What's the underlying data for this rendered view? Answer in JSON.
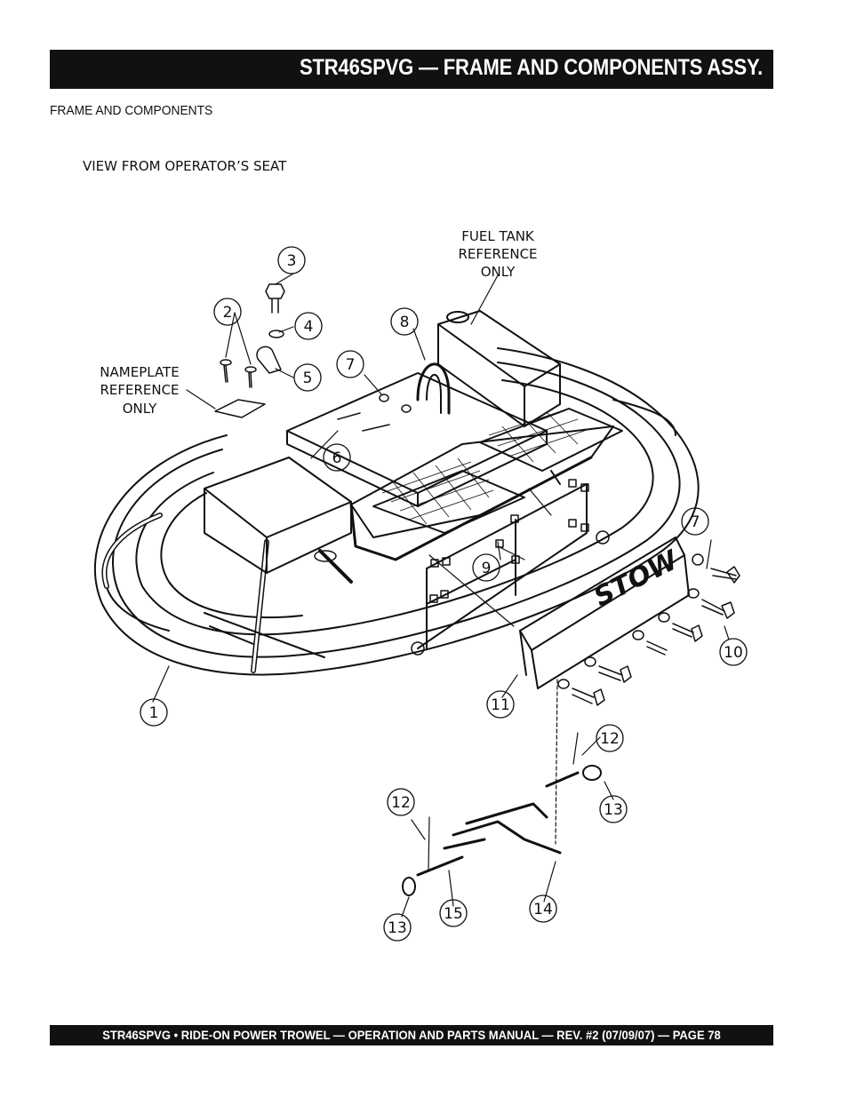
{
  "header": {
    "title": "STR46SPVG — FRAME AND COMPONENTS ASSY."
  },
  "section": {
    "heading": "FRAME AND COMPONENTS"
  },
  "diagram": {
    "view_label": "VIEW FROM OPERATOR’S SEAT",
    "notes": {
      "fuel_tank": [
        "FUEL TANK",
        "REFERENCE",
        "ONLY"
      ],
      "nameplate": [
        "NAMEPLATE",
        "REFERENCE",
        "ONLY"
      ]
    },
    "logo_text": "STOW",
    "callouts": [
      "1",
      "2",
      "3",
      "4",
      "5",
      "6",
      "7",
      "7",
      "8",
      "9",
      "10",
      "11",
      "12",
      "12",
      "13",
      "13",
      "14",
      "15"
    ]
  },
  "footer": {
    "text": "STR46SPVG • RIDE-ON POWER TROWEL — OPERATION AND PARTS MANUAL — REV. #2 (07/09/07) — PAGE 78"
  }
}
